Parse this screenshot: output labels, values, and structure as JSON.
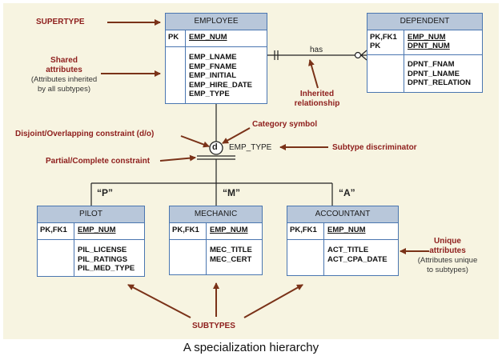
{
  "entities": {
    "employee": {
      "name": "EMPLOYEE",
      "keys": [
        "PK"
      ],
      "pk": [
        "EMP_NUM"
      ],
      "attributes": [
        "EMP_LNAME",
        "EMP_FNAME",
        "EMP_INITIAL",
        "EMP_HIRE_DATE",
        "EMP_TYPE"
      ]
    },
    "dependent": {
      "name": "DEPENDENT",
      "keys": [
        "PK,FK1",
        "PK"
      ],
      "pk": [
        "EMP_NUM",
        "DPNT_NUM"
      ],
      "attributes": [
        "DPNT_FNAM",
        "DPNT_LNAME",
        "DPNT_RELATION"
      ]
    },
    "pilot": {
      "name": "PILOT",
      "keys": [
        "PK,FK1"
      ],
      "pk": [
        "EMP_NUM"
      ],
      "attributes": [
        "PIL_LICENSE",
        "PIL_RATINGS",
        "PIL_MED_TYPE"
      ]
    },
    "mechanic": {
      "name": "MECHANIC",
      "keys": [
        "PK,FK1"
      ],
      "pk": [
        "EMP_NUM"
      ],
      "attributes": [
        "MEC_TITLE",
        "MEC_CERT"
      ]
    },
    "accountant": {
      "name": "ACCOUNTANT",
      "keys": [
        "PK,FK1"
      ],
      "pk": [
        "EMP_NUM"
      ],
      "attributes": [
        "ACT_TITLE",
        "ACT_CPA_DATE"
      ]
    }
  },
  "relationship": {
    "label": "has"
  },
  "specialization": {
    "symbol": "d",
    "discriminator": "EMP_TYPE",
    "codes": {
      "pilot": "“P”",
      "mechanic": "“M”",
      "accountant": "“A”"
    }
  },
  "annotations": {
    "supertype": "SUPERTYPE",
    "shared_title_1": "Shared",
    "shared_title_2": "attributes",
    "shared_sub_1": "(Attributes inherited",
    "shared_sub_2": "by all subtypes)",
    "inherited_1": "Inherited",
    "inherited_2": "relationship",
    "category_symbol": "Category symbol",
    "disjoint": "Disjoint/Overlapping constraint (d/o)",
    "partial": "Partial/Complete constraint",
    "discriminator": "Subtype discriminator",
    "unique_title_1": "Unique",
    "unique_title_2": "attributes",
    "unique_sub_1": "(Attributes unique",
    "unique_sub_2": "to subtypes)",
    "subtypes": "SUBTYPES"
  },
  "caption": "A specialization hierarchy",
  "colors": {
    "background": "#f7f4e1",
    "entity_header": "#b8c7da",
    "entity_border": "#4a76b0",
    "annotation": "#8e1e1c",
    "arrow": "#7a3218"
  }
}
